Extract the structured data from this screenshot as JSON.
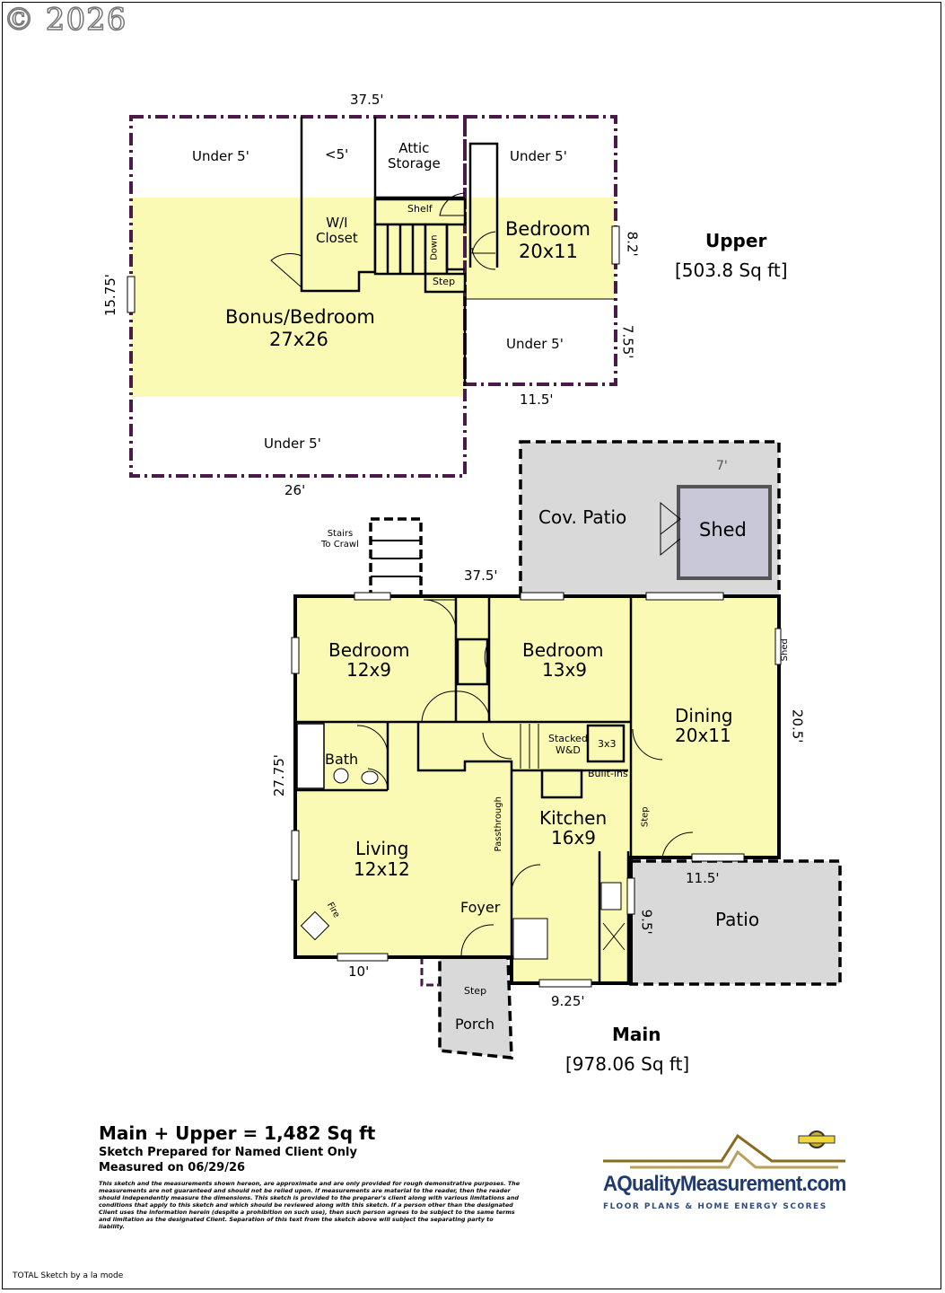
{
  "copyright": "© 2026",
  "upper": {
    "title": "Upper",
    "area": "[503.8 Sq ft]",
    "rooms": {
      "bonus_name": "Bonus/Bedroom",
      "bonus_size": "27x26",
      "bedroom_name": "Bedroom",
      "bedroom_size": "20x11",
      "wi_closet": "W/I\nCloset",
      "attic": "Attic\nStorage",
      "shelf": "Shelf",
      "down": "Down",
      "step": "Step",
      "under5_a": "Under 5'",
      "under5_b": "Under 5'",
      "under5_c": "Under 5'",
      "under5_d": "Under 5'",
      "lt5": "<5'"
    },
    "dims": {
      "top": "37.5'",
      "left": "15.75'",
      "bottom": "26'",
      "right_upper": "8.2'",
      "right_lower": "7.55'",
      "bottom_right": "11.5'"
    }
  },
  "main": {
    "title": "Main",
    "area": "[978.06 Sq ft]",
    "rooms": {
      "bed1_name": "Bedroom",
      "bed1_size": "12x9",
      "bed2_name": "Bedroom",
      "bed2_size": "13x9",
      "dining_name": "Dining",
      "dining_size": "20x11",
      "bath": "Bath",
      "living_name": "Living",
      "living_size": "12x12",
      "kitchen_name": "Kitchen",
      "kitchen_size": "16x9",
      "foyer": "Foyer",
      "porch": "Porch",
      "porch_step": "Step",
      "patio": "Patio",
      "cov_patio": "Cov. Patio",
      "shed_big": "Shed",
      "shed_small": "Shed",
      "stacked": "Stacked\nW&D",
      "closet3x3": "3x3",
      "builtins": "Built-ins",
      "kitchen_step": "Step",
      "passthrough": "Passthrough",
      "fire": "Fire",
      "stairs_crawl": "Stairs\nTo Crawl"
    },
    "dims": {
      "top": "37.5'",
      "left": "27.75'",
      "right": "20.5'",
      "bottom_left": "10'",
      "bottom_mid": "9.25'",
      "patio_top": "11.5'",
      "patio_side": "9.5'",
      "shed_top": "7'"
    }
  },
  "summary": {
    "total": "Main + Upper = 1,482 Sq ft",
    "prepared": "Sketch Prepared for Named Client Only",
    "measured": "Measured on 06/29/26",
    "disclaimer": "This sketch and the measurements shown hereon, are approximate and are only provided for rough demonstrative purposes. The measurements are not guaranteed and should not be relied upon. If measurements are material to the reader, then the reader should independently measure the dimensions. This sketch is provided to the preparer's client along with various limitations and conditions that apply to this sketch and which should be reviewed along with this sketch. If a person other than the designated Client uses the information herein (despite a prohibition on such use), then such person agrees to be subject to the same terms and limitation as the designated Client. Separation of this text from the sketch above will subject the separating party to liability."
  },
  "logo": {
    "brand": "AQualityMeasurement.com",
    "tagline": "FLOOR PLANS & HOME ENERGY SCORES"
  },
  "footer": "TOTAL Sketch by a la mode",
  "colors": {
    "room_fill": "#fafab4",
    "patio_fill": "#d9d9d9",
    "upper_outline": "#4a1a48",
    "wall": "#000000"
  }
}
